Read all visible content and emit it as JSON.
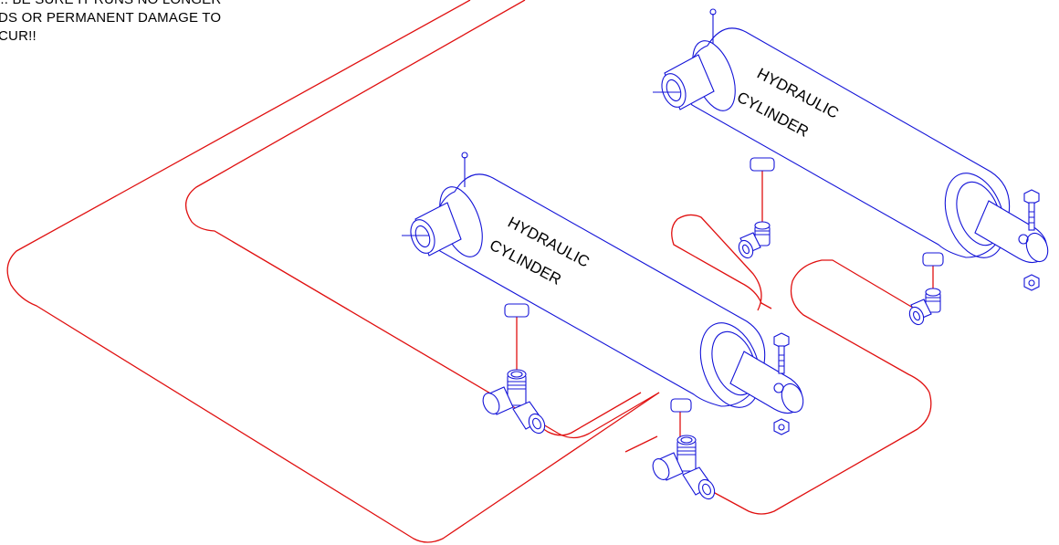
{
  "warning": {
    "line1": "... BE SURE IT RUNS NO LONGER",
    "line2": "DS OR PERMANENT DAMAGE TO",
    "line3": "CUR!!"
  },
  "cylinders": [
    {
      "line1": "HYDRAULIC",
      "line2": "CYLINDER"
    },
    {
      "line1": "HYDRAULIC",
      "line2": "CYLINDER"
    }
  ],
  "colors": {
    "component_lines": "#1414d8",
    "hose_lines": "#e01010",
    "text": "#000000",
    "background": "#ffffff"
  }
}
